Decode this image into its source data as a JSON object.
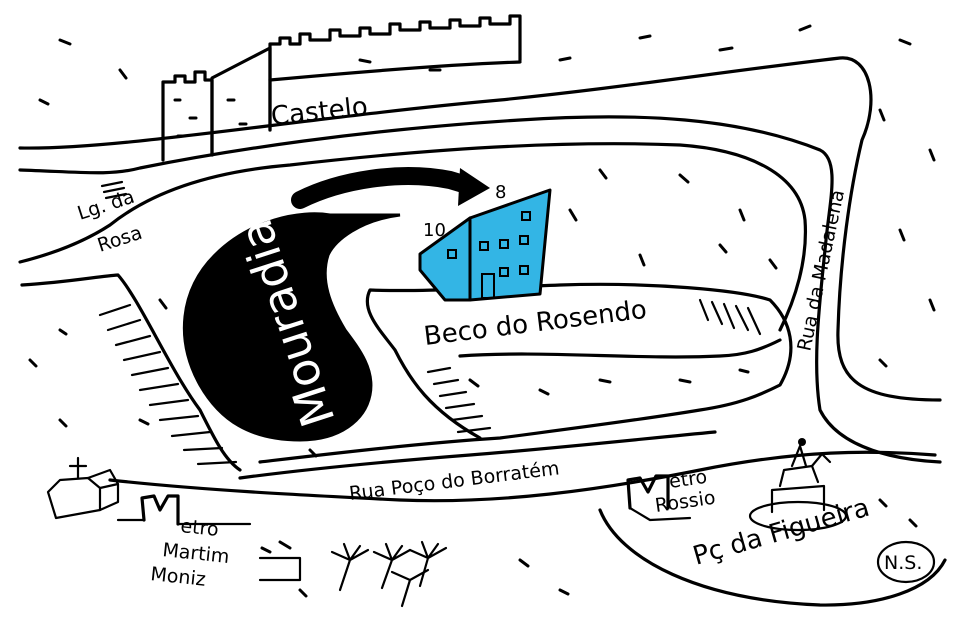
{
  "map": {
    "labels": {
      "castelo": "Castelo",
      "lg_da_rosa_line1": "Lg. da",
      "lg_da_rosa_line2": "Rosa",
      "mouradia": "Mouradia",
      "beco_do_rosendo": "Beco do Rosendo",
      "rua_da_madalena": "Rua da Madalena",
      "rua_poco_do_borratem": "Rua Poço do Borratém",
      "metro_rossio_line1": "etro",
      "metro_rossio_line2": "Rossio",
      "metro_martim_line1": "etro",
      "metro_martim_line2": "Martim",
      "metro_martim_line3": "Moniz",
      "pc_da_figueira": "Pç da Figueira",
      "house_number_10": "10",
      "house_number_8": "8",
      "signature": "N.S."
    },
    "colors": {
      "building": "#33b5e5",
      "blob": "#000000",
      "ink": "#000000",
      "paper": "#ffffff"
    },
    "icons": {
      "castle": "castle-walls-icon",
      "church": "church-icon",
      "statue": "equestrian-statue-icon",
      "metro": "metro-m-icon",
      "trees": "palm-tree-icon",
      "arrow": "curved-arrow-icon"
    }
  }
}
